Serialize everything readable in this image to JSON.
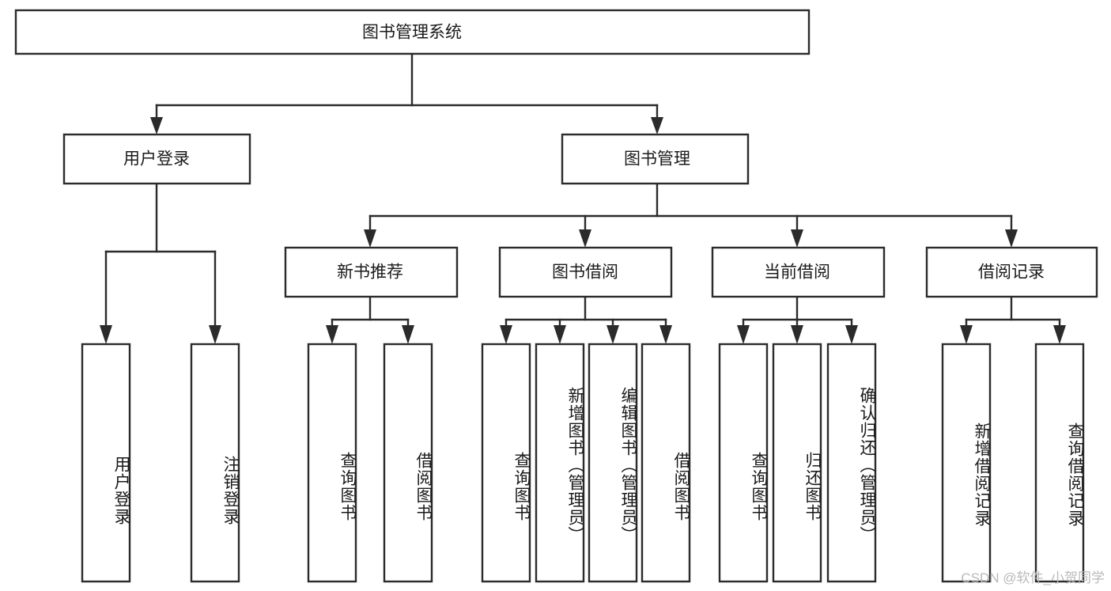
{
  "diagram": {
    "type": "tree",
    "title": "图书管理系统",
    "watermark": "CSDN @软件_小贺同学",
    "colors": {
      "box_stroke": "#2b2b2b",
      "box_fill": "#ffffff",
      "text": "#1a1a1a",
      "watermark": "#b9b9b9",
      "background": "#ffffff"
    },
    "levels": {
      "root": "图书管理系统",
      "level2": [
        "用户登录",
        "图书管理"
      ],
      "level3": [
        "新书推荐",
        "图书借阅",
        "当前借阅",
        "借阅记录"
      ]
    },
    "nodes": {
      "root": {
        "label": "图书管理系统"
      },
      "user_login": {
        "label": "用户登录"
      },
      "book_manage": {
        "label": "图书管理"
      },
      "new_book_rec": {
        "label": "新书推荐"
      },
      "book_borrow": {
        "label": "图书借阅"
      },
      "current_borrow": {
        "label": "当前借阅"
      },
      "borrow_record": {
        "label": "借阅记录"
      },
      "leaf_user_login": {
        "label": "用户登录"
      },
      "leaf_logout": {
        "label": "注销登录"
      },
      "leaf_query_book_1": {
        "label": "查询图书"
      },
      "leaf_borrow_book_1": {
        "label": "借阅图书"
      },
      "leaf_query_book_2": {
        "label": "查询图书"
      },
      "leaf_add_book": {
        "label": "新增图书（管理员）"
      },
      "leaf_edit_book": {
        "label": "编辑图书（管理员）"
      },
      "leaf_borrow_book_2": {
        "label": "借阅图书"
      },
      "leaf_query_book_3": {
        "label": "查询图书"
      },
      "leaf_return_book": {
        "label": "归还图书"
      },
      "leaf_confirm_return": {
        "label": "确认归还（管理员）"
      },
      "leaf_add_record": {
        "label": "新增借阅记录"
      },
      "leaf_query_record": {
        "label": "查询借阅记录"
      }
    },
    "edges": [
      {
        "from": "root",
        "to": "user_login"
      },
      {
        "from": "root",
        "to": "book_manage"
      },
      {
        "from": "user_login",
        "to": "leaf_user_login"
      },
      {
        "from": "user_login",
        "to": "leaf_logout"
      },
      {
        "from": "book_manage",
        "to": "new_book_rec"
      },
      {
        "from": "book_manage",
        "to": "book_borrow"
      },
      {
        "from": "book_manage",
        "to": "current_borrow"
      },
      {
        "from": "book_manage",
        "to": "borrow_record"
      },
      {
        "from": "new_book_rec",
        "to": "leaf_query_book_1"
      },
      {
        "from": "new_book_rec",
        "to": "leaf_borrow_book_1"
      },
      {
        "from": "book_borrow",
        "to": "leaf_query_book_2"
      },
      {
        "from": "book_borrow",
        "to": "leaf_add_book"
      },
      {
        "from": "book_borrow",
        "to": "leaf_edit_book"
      },
      {
        "from": "book_borrow",
        "to": "leaf_borrow_book_2"
      },
      {
        "from": "current_borrow",
        "to": "leaf_query_book_3"
      },
      {
        "from": "current_borrow",
        "to": "leaf_return_book"
      },
      {
        "from": "current_borrow",
        "to": "leaf_confirm_return"
      },
      {
        "from": "borrow_record",
        "to": "leaf_add_record"
      },
      {
        "from": "borrow_record",
        "to": "leaf_query_record"
      }
    ]
  }
}
